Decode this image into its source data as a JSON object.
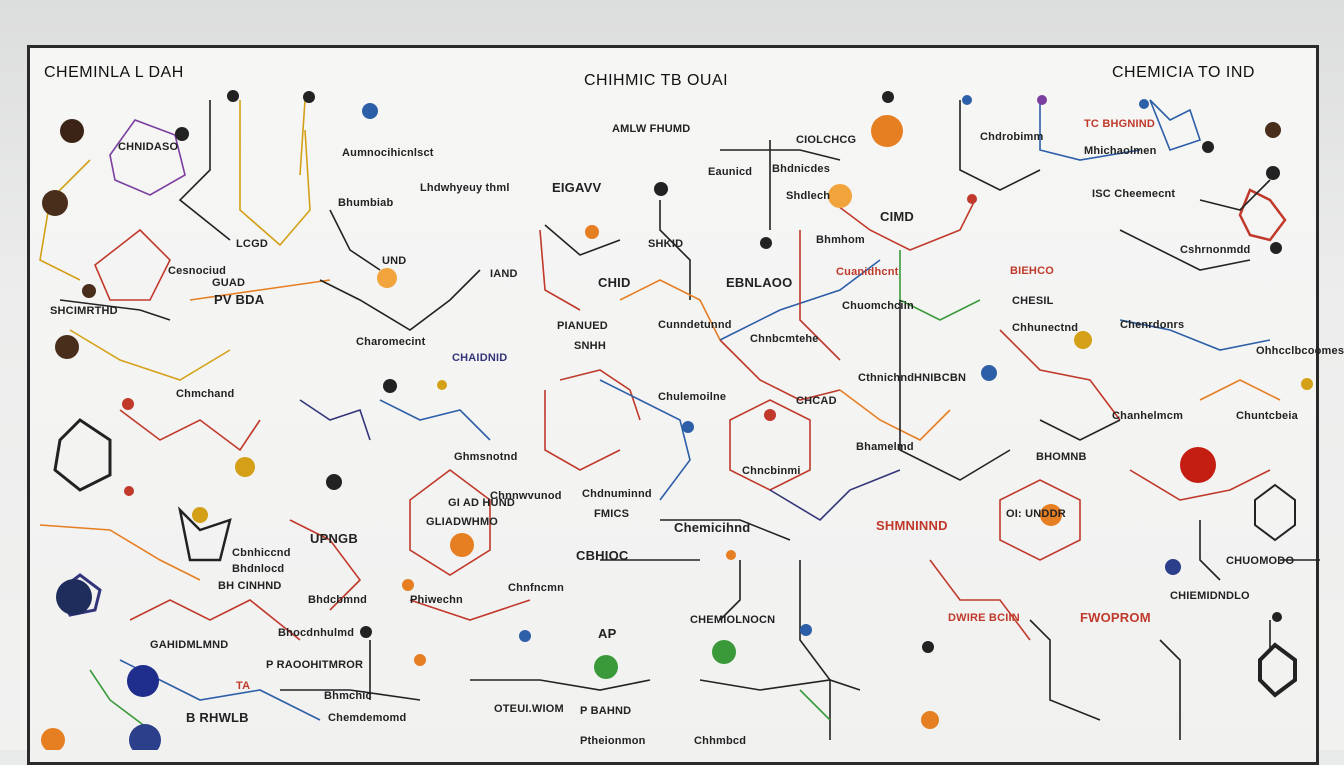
{
  "titles": {
    "left": "CHEMINLA L DAH",
    "center": "CHIHMIC TB OUAI",
    "right": "CHEMICIA TO IND"
  },
  "labels": {
    "l01": "AMLW FHUMD",
    "l02": "CHNIDASO",
    "l03": "Aumnocihicnlsct",
    "l04": "Lhdwhyeuy thml",
    "l05": "EIGAVV",
    "l06": "Eaunicd",
    "l07": "CIOLCHCG",
    "l08": "TC BHGNIND",
    "l09": "Mhichaolmen",
    "l10": "Chdrobimm",
    "l11": "Bhumbiab",
    "l12": "Bhdnicdes",
    "l13": "Shdlech",
    "l14": "CIMD",
    "l15": "ISC Cheemecnt",
    "l16": "GUAD",
    "l17": "PV BDA",
    "l18": "UND",
    "l19": "LCGD",
    "l20": "CHID",
    "l21": "IAND",
    "l22": "SHCIMRTHD",
    "l23": "Cesnociud",
    "l24": "SHKID",
    "l25": "Bhmhom",
    "l26": "EBNLAOO",
    "l27": "Cuanidhcnt",
    "l28": "BIEHCO",
    "l29": "PIANUED",
    "l30": "SNHH",
    "l31": "Cunndetunnd",
    "l32": "Chnbcmtehe",
    "l33": "Chuomchciin",
    "l34": "CHESIL",
    "l35": "Cshrnonmdd",
    "l36": "Chenrdonrs",
    "l37": "Chhunectnd",
    "l38": "Ohhcclbcoomes",
    "l39": "CHAIDNID",
    "l40": "Charomecint",
    "l41": "Chmchand",
    "l42": "Cthnichnd",
    "l43": "CHCAD",
    "l44": "Chulemoilne",
    "l45": "HNIBCBN",
    "l46": "Bhamelmd",
    "l47": "BHOMNB",
    "l48": "UPNGB",
    "l49": "GI AD HUND",
    "l50": "Ghmsnotnd",
    "l51": "GLIADWHMO",
    "l52": "Chdnuminnd",
    "l53": "Chncbinmi",
    "l54": "Chnnwvunod",
    "l55": "CBHIOC",
    "l56": "FMICS",
    "l57": "Chemicihnd",
    "l58": "Cbnhiccnd",
    "l59": "Bhdnlocd",
    "l60": "BH CINHND",
    "l61": "Bhdcbmnd",
    "l62": "Phiwechn",
    "l63": "Chnfncmn",
    "l64": "DWIRE BCIIN",
    "l65": "FWOPROM",
    "l66": "OI: UNDDR",
    "l67": "Chanhelmcm",
    "l68": "Chuntcbeia",
    "l69": "P RAOOHITMROR",
    "l70": "TA",
    "l71": "GAHIDMLMND",
    "l72": "Bhocdnhulmd",
    "l73": "OTEUI.WIOM",
    "l74": "P BAHND",
    "l75": "Ptheionmon",
    "l76": "Chemdemomd",
    "l77": "Bhmchic",
    "l78": "B RHWLB",
    "l79": "AP",
    "l80": "CHEMIOLNOCN",
    "l81": "Chhmbcd",
    "l82": "CHIEMIDNDLO",
    "l83": "CHUOMODO",
    "l84": "SHMNINND"
  },
  "colors": {
    "ink": "#222222",
    "red": "#c0392b",
    "orange": "#e67e22",
    "navy": "#33357a",
    "blue": "#2c5fa8",
    "green": "#3a9a3a",
    "purple": "#7b3fa0",
    "gold": "#d4a017"
  }
}
